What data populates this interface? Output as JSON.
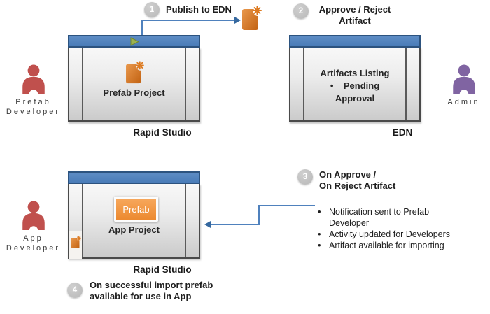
{
  "palette": {
    "accent_blue": "#4f81bd",
    "titlebar_blue": "#4e80bc",
    "actor_red": "#c0504d",
    "actor_purple": "#8064a2",
    "artifact_orange": "#d9731f",
    "button_orange": "#f0913d",
    "step_circle_gray": "#bfbfbf"
  },
  "actors": {
    "prefab_developer": {
      "line1": "Prefab",
      "line2": "Developer"
    },
    "admin": {
      "line1": "Admin"
    },
    "app_developer": {
      "line1": "App",
      "line2": "Developer"
    }
  },
  "windows": {
    "rapid_studio_top": {
      "project_label": "Prefab Project",
      "caption": "Rapid Studio"
    },
    "edn": {
      "line1": "Artifacts Listing",
      "line2": "•    Pending",
      "line3": "Approval",
      "caption": "EDN"
    },
    "rapid_studio_bottom": {
      "button_label": "Prefab",
      "project_label": "App Project",
      "caption": "Rapid Studio"
    }
  },
  "steps": {
    "s1": {
      "num": "1",
      "line1": "Publish to EDN"
    },
    "s2": {
      "num": "2",
      "line1": "Approve / Reject",
      "line2": "Artifact"
    },
    "s3": {
      "num": "3",
      "line1": "On Approve /",
      "line2": "On Reject Artifact"
    },
    "s4": {
      "num": "4",
      "line1": "On successful import prefab",
      "line2": "available for use in App"
    }
  },
  "notes": {
    "items": [
      "Notification sent to Prefab Developer",
      "Activity updated for Developers",
      "Artifact available for importing"
    ]
  }
}
